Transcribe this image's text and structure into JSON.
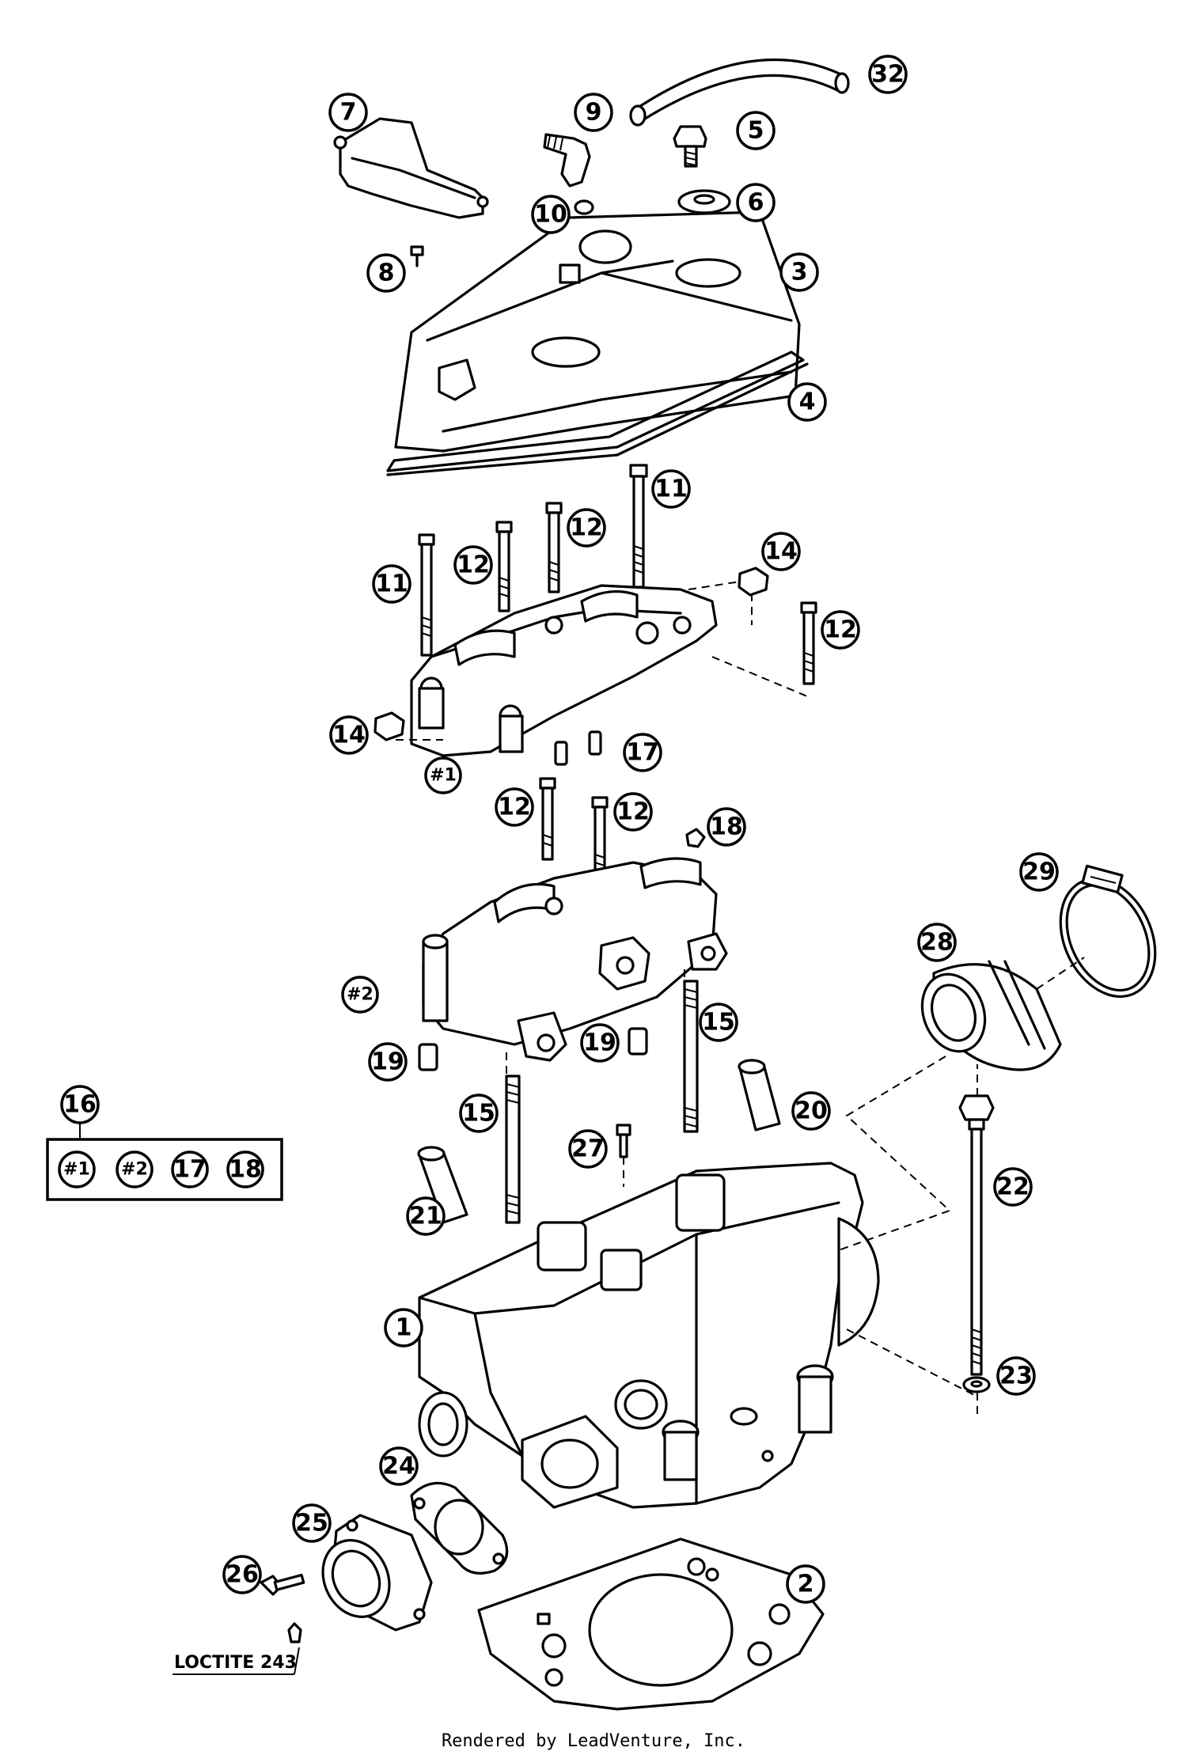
{
  "callouts": {
    "c1": "1",
    "c2": "2",
    "c3": "3",
    "c4": "4",
    "c5": "5",
    "c6": "6",
    "c7": "7",
    "c8": "8",
    "c9": "9",
    "c10": "10",
    "c11a": "11",
    "c11b": "11",
    "c12a": "12",
    "c12b": "12",
    "c12c": "12",
    "c12d": "12",
    "c12e": "12",
    "c14a": "14",
    "c14b": "14",
    "c15a": "15",
    "c15b": "15",
    "c16": "16",
    "c17": "17",
    "c18": "18",
    "c19a": "19",
    "c19b": "19",
    "c20": "20",
    "c21": "21",
    "c22": "22",
    "c23": "23",
    "c24": "24",
    "c25": "25",
    "c26": "26",
    "c27": "27",
    "c28": "28",
    "c29": "29",
    "c32": "32",
    "h1": "#1",
    "h2": "#2"
  },
  "kit": {
    "items": [
      "#1",
      "#2",
      "17",
      "18"
    ]
  },
  "loctite_label": "LOCTITE 243",
  "footer": "Rendered by LeadVenture, Inc."
}
